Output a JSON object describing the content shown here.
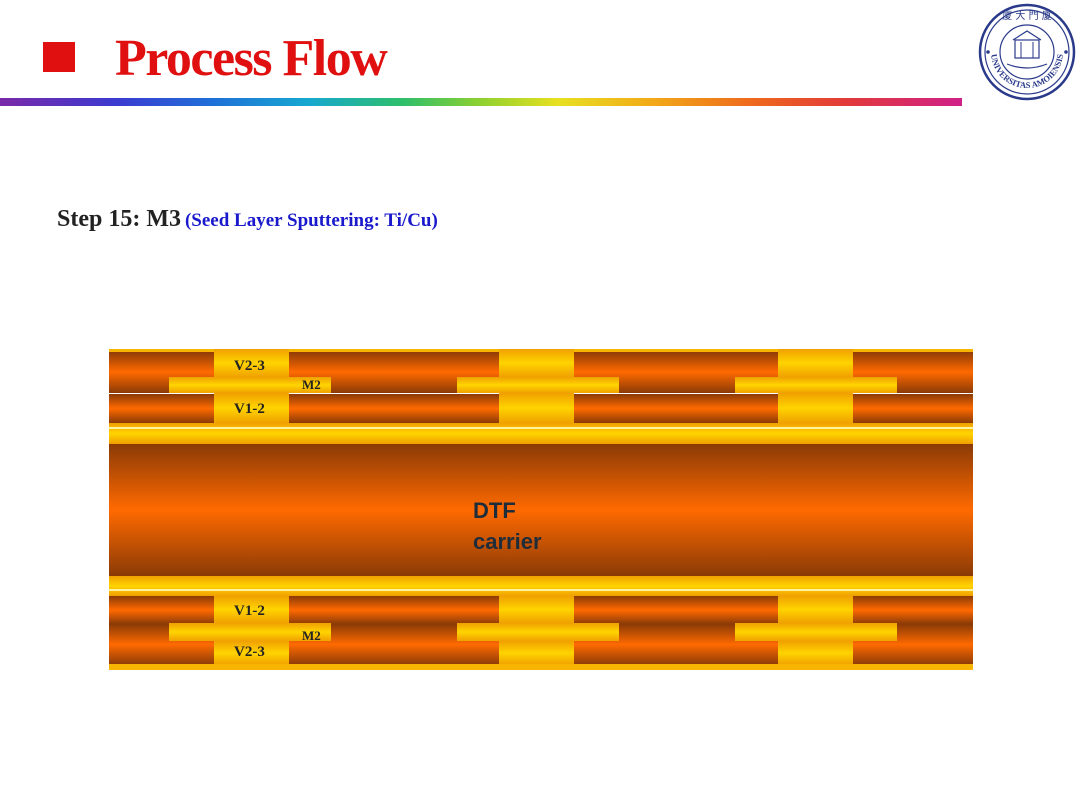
{
  "header": {
    "title": "Process Flow",
    "title_color": "#e01010",
    "bullet_color": "#e01010"
  },
  "logo": {
    "ring_text": "UNIVERSITAS AMOIENSIS",
    "top_text": "厦 大 門 厦",
    "ring_color": "#2a3a8a"
  },
  "step": {
    "label": "Step 15: M3",
    "sub": "(Seed Layer Sputtering: Ti/Cu)",
    "sub_color": "#1a1acc"
  },
  "diagram": {
    "labels": {
      "top_v23": "V2-3",
      "top_m2": "M2",
      "top_v12": "V1-2",
      "bot_v12": "V1-2",
      "bot_m2": "M2",
      "bot_v23": "V2-3"
    },
    "carrier_line1": "DTF",
    "carrier_line2": "carrier",
    "colors": {
      "dielectric_dark": "#8a3a06",
      "dielectric_light": "#ff6a00",
      "metal": "#ffd400",
      "metal_edge": "#f0a000",
      "seed": "#f7b400"
    }
  }
}
